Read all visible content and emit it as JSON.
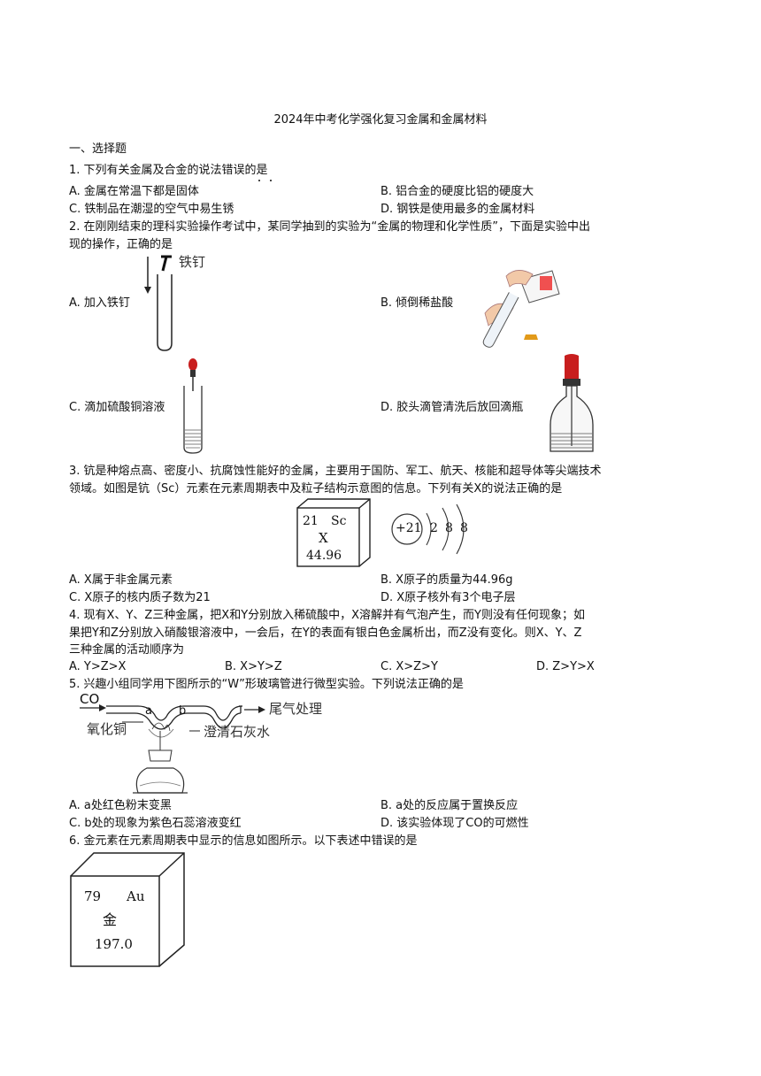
{
  "title": "2024年中考化学强化复习金属和金属材料",
  "section": "一、选择题",
  "q1": {
    "stem": "1. 下列有关金属及合金的说法错误的是",
    "A": "A. 金属在常温下都是固体",
    "B": "B. 铝合金的硬度比铝的硬度大",
    "C": "C. 铁制品在潮湿的空气中易生锈",
    "D": "D. 钢铁是使用最多的金属材料"
  },
  "q2": {
    "stem_line1": "2. 在刚刚结束的理科实验操作考试中，某同学抽到的实验为“金属的物理和化学性质”，下面是实验中出",
    "stem_line2": "现的操作，正确的是",
    "A": "A. 加入铁钉",
    "B": "B. 倾倒稀盐酸",
    "C": "C. 滴加硫酸铜溶液",
    "D": "D. 胶头滴管清洗后放回滴瓶",
    "nail_label": "铁钉"
  },
  "q3": {
    "stem_line1": "3. 钪是种熔点高、密度小、抗腐蚀性能好的金属，主要用于国防、军工、航天、核能和超导体等尖端技术",
    "stem_line2": "领域。如图是钪（Sc）元素在元素周期表中及粒子结构示意图的信息。下列有关X的说法正确的是",
    "cell_number": "21",
    "cell_symbol": "Sc",
    "cell_name": "X",
    "cell_mass": "44.96",
    "nucleus": "+21",
    "shell1": "2",
    "shell2": "8",
    "shell3": "8",
    "A": "A. X属于非金属元素",
    "B": "B. X原子的质量为44.96g",
    "C": "C. X原子的核内质子数为21",
    "D": "D. X原子核外有3个电子层"
  },
  "q4": {
    "stem_line1": "4. 现有X、Y、Z三种金属，把X和Y分别放入稀硫酸中，X溶解并有气泡产生，而Y则没有任何现象；如",
    "stem_line2": "果把Y和Z分别放入硝酸银溶液中，一会后，在Y的表面有银白色金属析出，而Z没有变化。则X、Y、Z",
    "stem_line3": "三种金属的活动顺序为",
    "A": "A. Y>Z>X",
    "B": "B. X>Y>Z",
    "C": "C. X>Z>Y",
    "D": "D. Z>Y>X"
  },
  "q5": {
    "stem": "5. 兴趣小组同学用下图所示的“W”形玻璃管进行微型实验。下列说法正确的是",
    "co_label": "CO",
    "a_label": "a",
    "b_label": "b",
    "tail_label": "尾气处理",
    "cuo_label": "氧化铜",
    "limewater_label": "澄清石灰水",
    "A": "A. a处红色粉末变黑",
    "B": "B. a处的反应属于置换反应",
    "C": "C. b处的现象为紫色石蕊溶液变红",
    "D": "D. 该实验体现了CO的可燃性"
  },
  "q6": {
    "stem": "6. 金元素在元素周期表中显示的信息如图所示。以下表述中错误的是",
    "cell_number": "79",
    "cell_symbol": "Au",
    "cell_name": "金",
    "cell_mass": "197.0"
  }
}
